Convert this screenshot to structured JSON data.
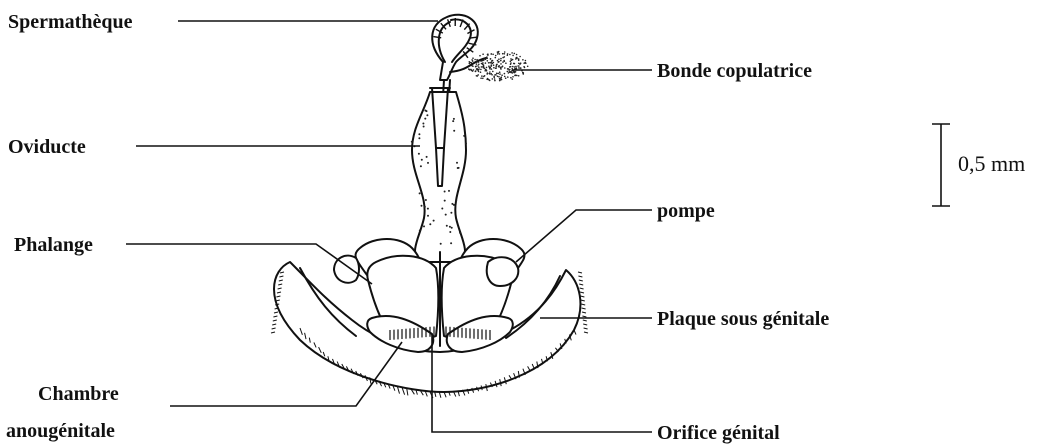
{
  "labels": {
    "spermatheque": "Spermathèque",
    "bonde": "Bonde copulatrice",
    "oviducte": "Oviducte",
    "pompe": "pompe",
    "phalange": "Phalange",
    "plaque": "Plaque sous génitale",
    "chambre_line1": "Chambre",
    "chambre_line2": "anougénitale",
    "orifice": "Orifice génital"
  },
  "scale": {
    "text": "0,5 mm"
  },
  "colors": {
    "ink": "#111111",
    "background": "#ffffff"
  }
}
